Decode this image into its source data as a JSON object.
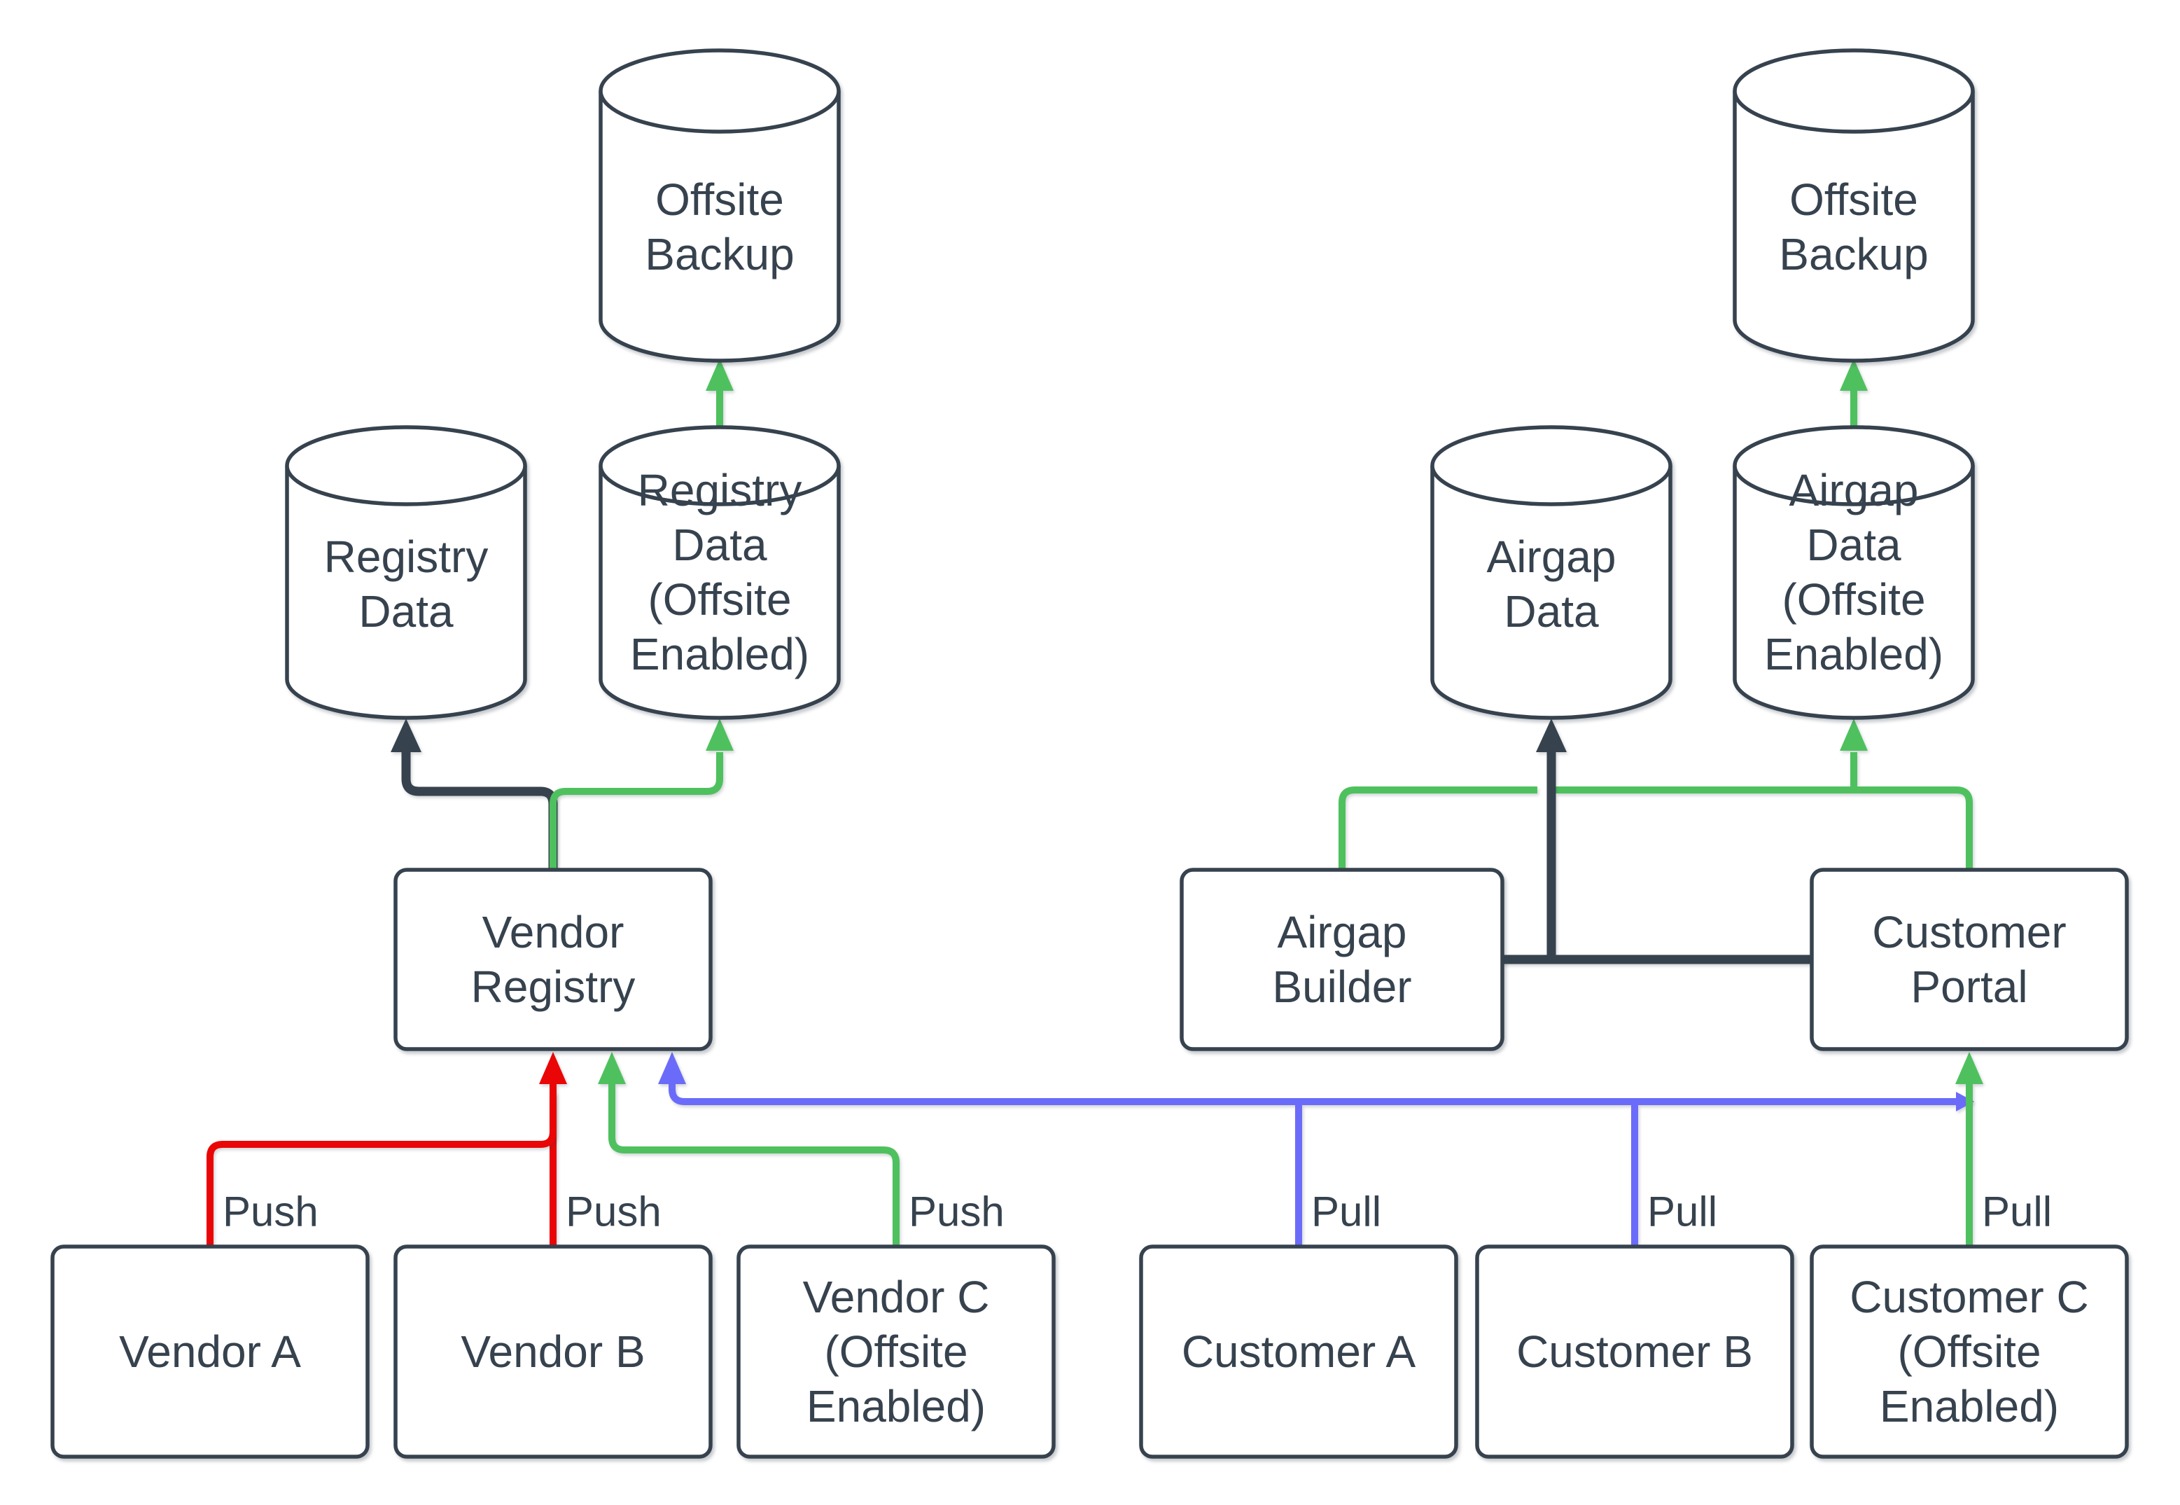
{
  "colors": {
    "ink": "#36424e",
    "red": "#ea0606",
    "green": "#4ec15e",
    "blue": "#6b6bfa",
    "background": "#ffffff"
  },
  "nodes": {
    "offsite_backup_left": {
      "lines": [
        "Offsite",
        "Backup"
      ]
    },
    "registry_data": {
      "lines": [
        "Registry",
        "Data"
      ]
    },
    "registry_data_offsite": {
      "lines": [
        "Registry",
        "Data",
        "(Offsite",
        "Enabled)"
      ]
    },
    "vendor_registry": {
      "lines": [
        "Vendor",
        "Registry"
      ]
    },
    "vendor_a": {
      "lines": [
        "Vendor A"
      ]
    },
    "vendor_b": {
      "lines": [
        "Vendor B"
      ]
    },
    "vendor_c": {
      "lines": [
        "Vendor C",
        "(Offsite",
        "Enabled)"
      ]
    },
    "offsite_backup_right": {
      "lines": [
        "Offsite",
        "Backup"
      ]
    },
    "airgap_data": {
      "lines": [
        "Airgap",
        "Data"
      ]
    },
    "airgap_data_offsite": {
      "lines": [
        "Airgap",
        "Data",
        "(Offsite",
        "Enabled)"
      ]
    },
    "airgap_builder": {
      "lines": [
        "Airgap",
        "Builder"
      ]
    },
    "customer_portal": {
      "lines": [
        "Customer",
        "Portal"
      ]
    },
    "customer_a": {
      "lines": [
        "Customer A"
      ]
    },
    "customer_b": {
      "lines": [
        "Customer B"
      ]
    },
    "customer_c": {
      "lines": [
        "Customer C",
        "(Offsite",
        "Enabled)"
      ]
    }
  },
  "edge_labels": {
    "vendor_a_push": "Push",
    "vendor_b_push": "Push",
    "vendor_c_push": "Push",
    "customer_a_pull": "Pull",
    "customer_b_pull": "Pull",
    "customer_c_pull": "Pull"
  }
}
